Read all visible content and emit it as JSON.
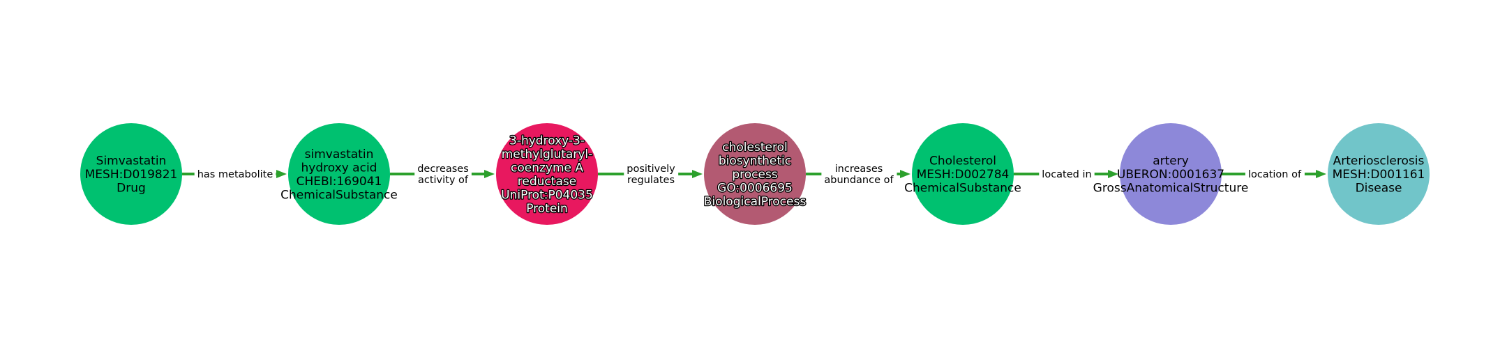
{
  "diagram": {
    "edge_color": "#2ca02c",
    "nodes": [
      {
        "id": "n1",
        "lines": [
          "Simvastatin",
          "MESH:D019821",
          "Drug"
        ],
        "color": "#00c170",
        "text_style": "dark"
      },
      {
        "id": "n2",
        "lines": [
          "simvastatin",
          "hydroxy acid",
          "CHEBI:169041",
          "ChemicalSubstance"
        ],
        "color": "#00c170",
        "text_style": "dark"
      },
      {
        "id": "n3",
        "lines": [
          "3-hydroxy-3-",
          "methylglutaryl-",
          "coenzyme A",
          "reductase",
          "UniProt:P04035",
          "Protein"
        ],
        "color": "#e8185f",
        "text_style": "light"
      },
      {
        "id": "n4",
        "lines": [
          "cholesterol",
          "biosynthetic",
          "process",
          "GO:0006695",
          "BiologicalProcess"
        ],
        "color": "#b35a72",
        "text_style": "light"
      },
      {
        "id": "n5",
        "lines": [
          "Cholesterol",
          "MESH:D002784",
          "ChemicalSubstance"
        ],
        "color": "#00c170",
        "text_style": "dark"
      },
      {
        "id": "n6",
        "lines": [
          "artery",
          "UBERON:0001637",
          "GrossAnatomicalStructure"
        ],
        "color": "#8d88d9",
        "text_style": "dark"
      },
      {
        "id": "n7",
        "lines": [
          "Arteriosclerosis",
          "MESH:D001161",
          "Disease"
        ],
        "color": "#71c5c9",
        "text_style": "dark"
      }
    ],
    "edges": [
      {
        "from": "n1",
        "to": "n2",
        "lines": [
          "has metabolite"
        ]
      },
      {
        "from": "n2",
        "to": "n3",
        "lines": [
          "decreases",
          "activity of"
        ]
      },
      {
        "from": "n3",
        "to": "n4",
        "lines": [
          "positively",
          "regulates"
        ]
      },
      {
        "from": "n4",
        "to": "n5",
        "lines": [
          "increases",
          "abundance of"
        ]
      },
      {
        "from": "n5",
        "to": "n6",
        "lines": [
          "located in"
        ]
      },
      {
        "from": "n6",
        "to": "n7",
        "lines": [
          "location of"
        ]
      }
    ]
  }
}
